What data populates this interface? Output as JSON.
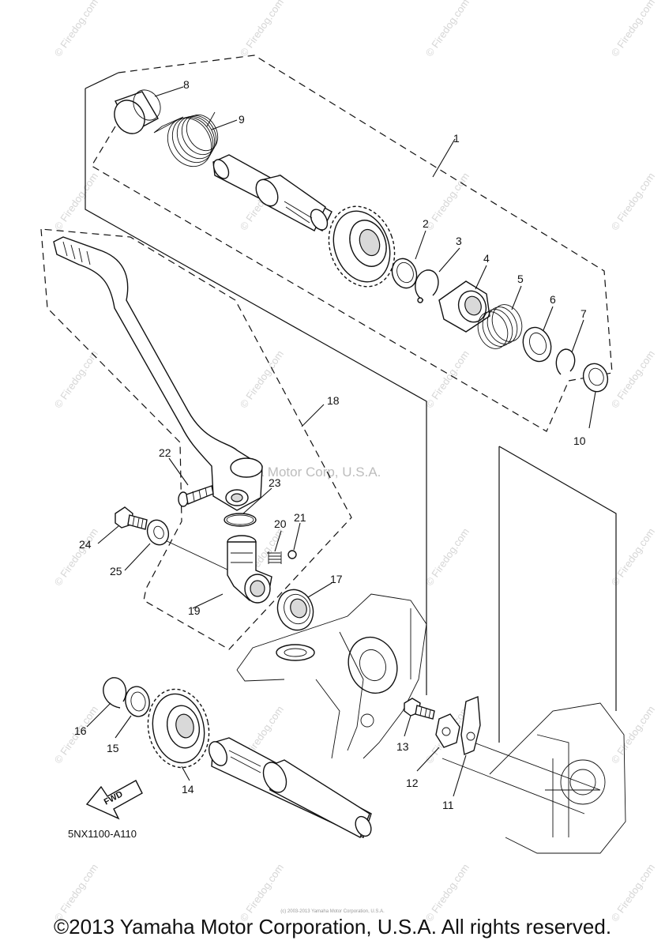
{
  "watermark": "© Firedog.com",
  "center_watermark": "Yamaha Motor Corp, U.S.A.",
  "diagram_code": "5NX1100-A110",
  "fwd_label": "FWD",
  "copyright": "©2013 Yamaha Motor Corporation, U.S.A. All rights reserved.",
  "fine_print": "(c) 2003-2013 Yamaha Motor Corporation, U.S.A.",
  "callouts": [
    {
      "id": "c1",
      "label": "1"
    },
    {
      "id": "c2",
      "label": "2"
    },
    {
      "id": "c3",
      "label": "3"
    },
    {
      "id": "c4",
      "label": "4"
    },
    {
      "id": "c5",
      "label": "5"
    },
    {
      "id": "c6",
      "label": "6"
    },
    {
      "id": "c7",
      "label": "7"
    },
    {
      "id": "c8",
      "label": "8"
    },
    {
      "id": "c9",
      "label": "9"
    },
    {
      "id": "c10",
      "label": "10"
    },
    {
      "id": "c11",
      "label": "11"
    },
    {
      "id": "c12",
      "label": "12"
    },
    {
      "id": "c13",
      "label": "13"
    },
    {
      "id": "c14",
      "label": "14"
    },
    {
      "id": "c15",
      "label": "15"
    },
    {
      "id": "c16",
      "label": "16"
    },
    {
      "id": "c17",
      "label": "17"
    },
    {
      "id": "c18",
      "label": "18"
    },
    {
      "id": "c19",
      "label": "19"
    },
    {
      "id": "c20",
      "label": "20"
    },
    {
      "id": "c21",
      "label": "21"
    },
    {
      "id": "c22",
      "label": "22"
    },
    {
      "id": "c23",
      "label": "23"
    },
    {
      "id": "c24",
      "label": "24"
    },
    {
      "id": "c25",
      "label": "25"
    }
  ]
}
